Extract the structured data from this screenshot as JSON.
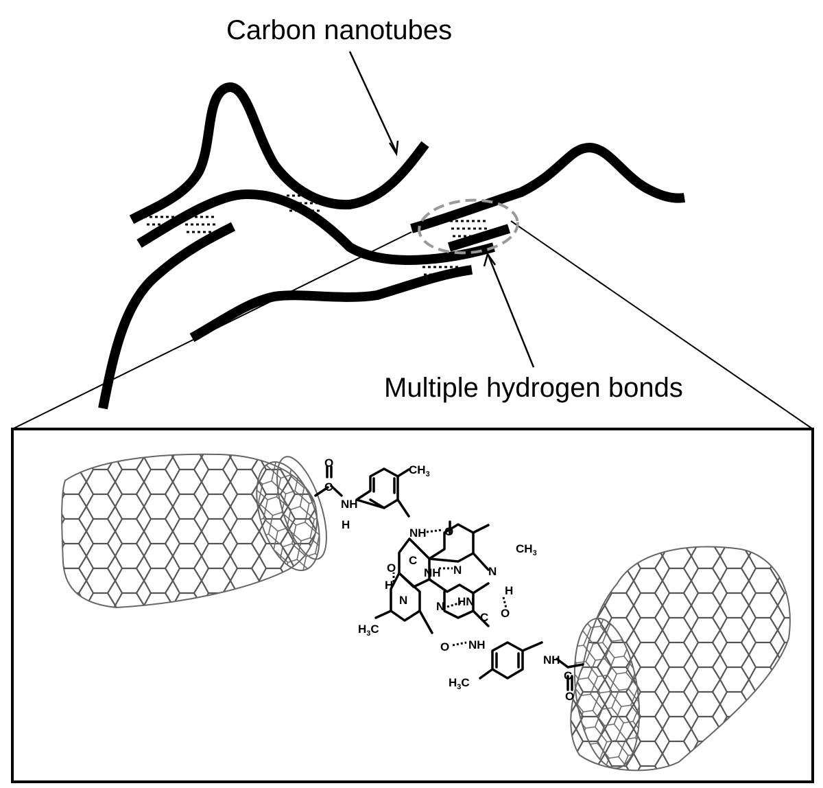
{
  "labels": {
    "carbon_nanotubes": "Carbon nanotubes",
    "hydrogen_bonds": "Multiple hydrogen bonds"
  },
  "molecule": {
    "o1": "O",
    "c1": "C",
    "nh1": "NH",
    "h1": "H",
    "ch3_top": "CH",
    "ch3_top_sub": "3",
    "nh2": "NH",
    "o2": "O",
    "ch3_right": "CH",
    "ch3_right_sub": "3",
    "o3": "O",
    "c2": "C",
    "nh3": "NH",
    "n1": "N",
    "n2": "N",
    "h2": "H",
    "h3": "H",
    "n3": "N",
    "n4": "N",
    "hn": "HN",
    "o4": "O",
    "h3c1": "H",
    "h3c1_sub": "3",
    "h3c1_c": "C",
    "c3": "C",
    "o5": "O",
    "nh4": "NH",
    "h3c2": "H",
    "h3c2_sub": "3",
    "h3c2_c": "C",
    "nh5": "NH",
    "c4": "C",
    "o6": "O"
  },
  "colors": {
    "ink": "#000000",
    "tube_mesh": "#555555",
    "ellipse": "#999999"
  }
}
